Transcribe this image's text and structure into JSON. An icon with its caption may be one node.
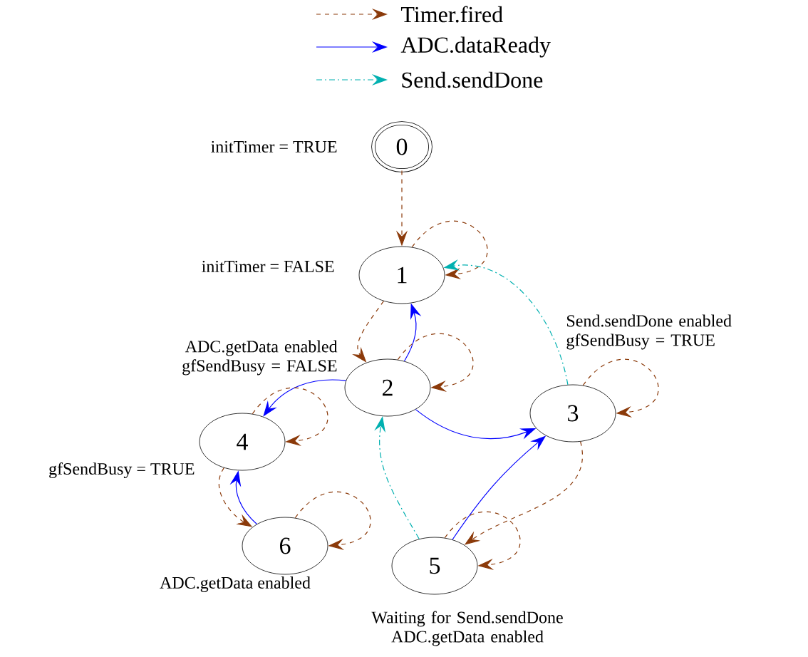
{
  "diagram": {
    "nodes": [
      {
        "text": [
          "0"
        ],
        "beside": [
          "initTimer = TRUE"
        ]
      },
      {
        "text": [
          "1"
        ],
        "beside": [
          "initTimer = FALSE"
        ]
      },
      {
        "text": [
          "2"
        ],
        "beside": [
          "ADC.getData enabled gfSendBusy = FALSE"
        ]
      },
      {
        "text": [
          "3"
        ],
        "beside": [
          "Send.sendDone enabled gfSendBusy = TRUE"
        ]
      },
      {
        "text": [
          "4"
        ],
        "beside": [
          "gfSendBusy = TRUE"
        ]
      },
      {
        "text": [
          "6"
        ],
        "beside": [
          "ADC.getData enabled"
        ]
      },
      {
        "text": [
          "5"
        ],
        "beside": [
          "Waiting for Send.sendDone ADC.getData enabled"
        ]
      }
    ],
    "edges": [
      {
        "from": 0,
        "to": 1,
        "arrow": "to",
        "style": "dashed",
        "color": "#8b3a0a"
      },
      {
        "from": 1,
        "to": 1,
        "arrow": "to",
        "style": "dashed",
        "color": "#8b3a0a"
      },
      {
        "from": 1,
        "to": 2,
        "arrow": "to",
        "style": "dashed",
        "color": "#8b3a0a"
      },
      {
        "from": 2,
        "to": 1,
        "arrow": "to",
        "color": "#0000ff"
      },
      {
        "from": 3,
        "to": 1,
        "arrow": "to",
        "style": "dashed",
        "color": "#00b0b0"
      },
      {
        "from": 2,
        "to": 2,
        "arrow": "to",
        "style": "dashed",
        "color": "#8b3a0a"
      },
      {
        "from": 2,
        "to": 4,
        "arrow": "to",
        "color": "#0000ff"
      },
      {
        "from": 2,
        "to": 3,
        "arrow": "to",
        "color": "#0000ff"
      },
      {
        "from": 3,
        "to": 3,
        "arrow": "to",
        "style": "dashed",
        "color": "#8b3a0a"
      },
      {
        "from": 3,
        "to": 6,
        "arrow": "to",
        "style": "dashed",
        "color": "#8b3a0a"
      },
      {
        "from": 4,
        "to": 4,
        "arrow": "to",
        "style": "dashed",
        "color": "#8b3a0a"
      },
      {
        "from": 4,
        "to": 5,
        "arrow": "to",
        "style": "dashed",
        "color": "#8b3a0a"
      },
      {
        "from": 5,
        "to": 4,
        "arrow": "to",
        "color": "#0000ff"
      },
      {
        "from": 5,
        "to": 5,
        "arrow": "to",
        "style": "dashed",
        "color": "#8b3a0a"
      },
      {
        "from": 6,
        "to": 2,
        "arrow": "to",
        "style": "dashed",
        "color": "#00b0b0"
      },
      {
        "from": 6,
        "to": 3,
        "arrow": "to",
        "color": "#0000ff"
      },
      {
        "from": 6,
        "to": 6,
        "arrow": "to",
        "style": "dashed",
        "color": "#8b3a0a"
      }
    ],
    "legend": [
      {
        "text": "Timer.fired"
      },
      {
        "text": "ADC.dataReady"
      },
      {
        "text": "Send.sendDone"
      }
    ]
  }
}
